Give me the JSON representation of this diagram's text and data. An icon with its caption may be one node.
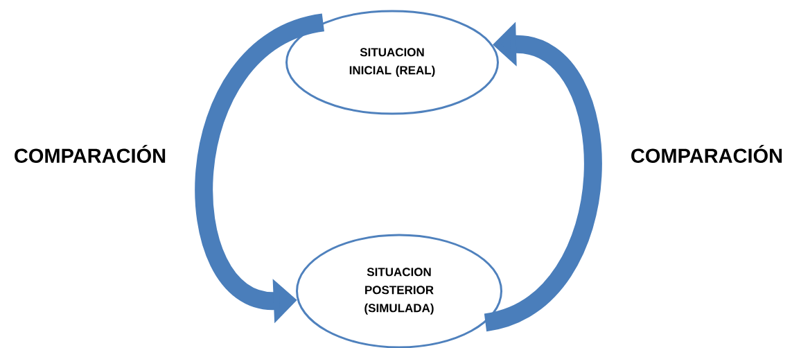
{
  "diagram": {
    "nodes": [
      {
        "text": [
          "SITUACION INICIAL (REAL)"
        ]
      },
      {
        "text": [
          "SITUACION POSTERIOR (SIMULADA)"
        ]
      }
    ],
    "edges": [
      {
        "from": 0,
        "to": 1,
        "arrow": "to",
        "label": "COMPARACIÓN"
      },
      {
        "from": 1,
        "to": 0,
        "arrow": "to",
        "label": "COMPARACIÓN"
      }
    ]
  }
}
